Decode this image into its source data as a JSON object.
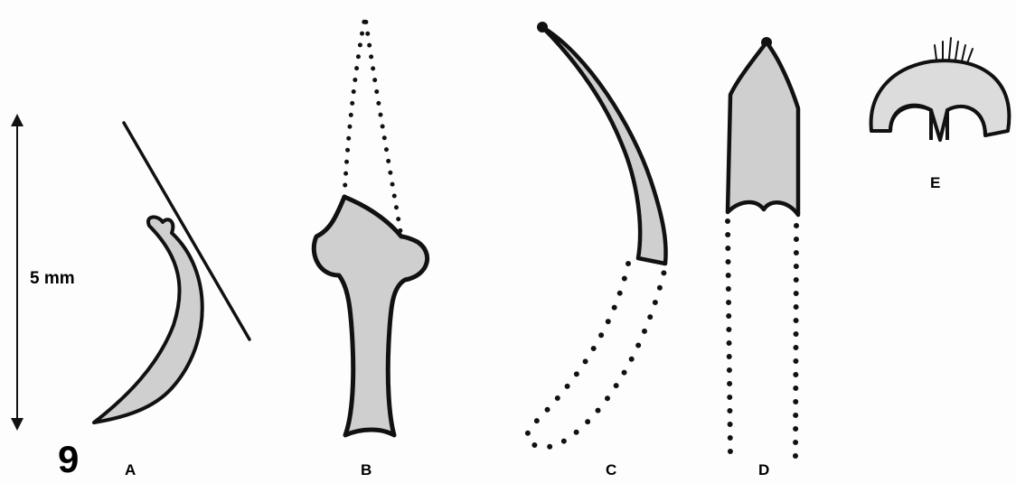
{
  "figure": {
    "number": "9",
    "scale_bar_label": "5 mm",
    "panels": [
      {
        "label": "A"
      },
      {
        "label": "B"
      },
      {
        "label": "C"
      },
      {
        "label": "D"
      },
      {
        "label": "E"
      }
    ]
  },
  "colors": {
    "outline": "#111111",
    "fill": "#cfcfcf",
    "background": "#fdfdfd"
  }
}
